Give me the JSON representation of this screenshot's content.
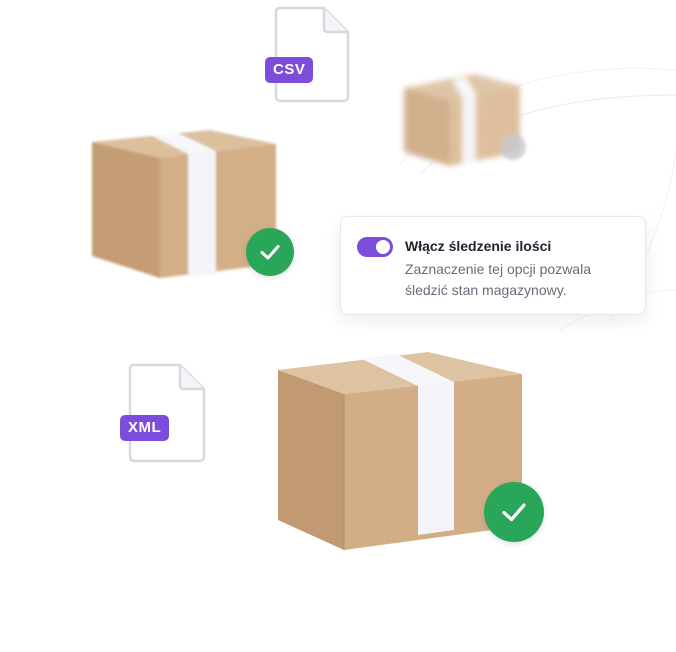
{
  "files": [
    {
      "id": "csv",
      "label": "CSV"
    },
    {
      "id": "xml",
      "label": "XML"
    }
  ],
  "setting": {
    "enabled": true,
    "title": "Włącz śledzenie ilości",
    "description": "Zaznaczenie tej opcji pozwala śledzić stan magazynowy."
  },
  "colors": {
    "accent": "#7c4ddb",
    "success": "#2aa65a",
    "cardboard": "#c9a37a",
    "tape": "#f2f3f8"
  },
  "icons": [
    "file-icon",
    "check-icon",
    "toggle-switch-icon",
    "package-box-icon"
  ]
}
